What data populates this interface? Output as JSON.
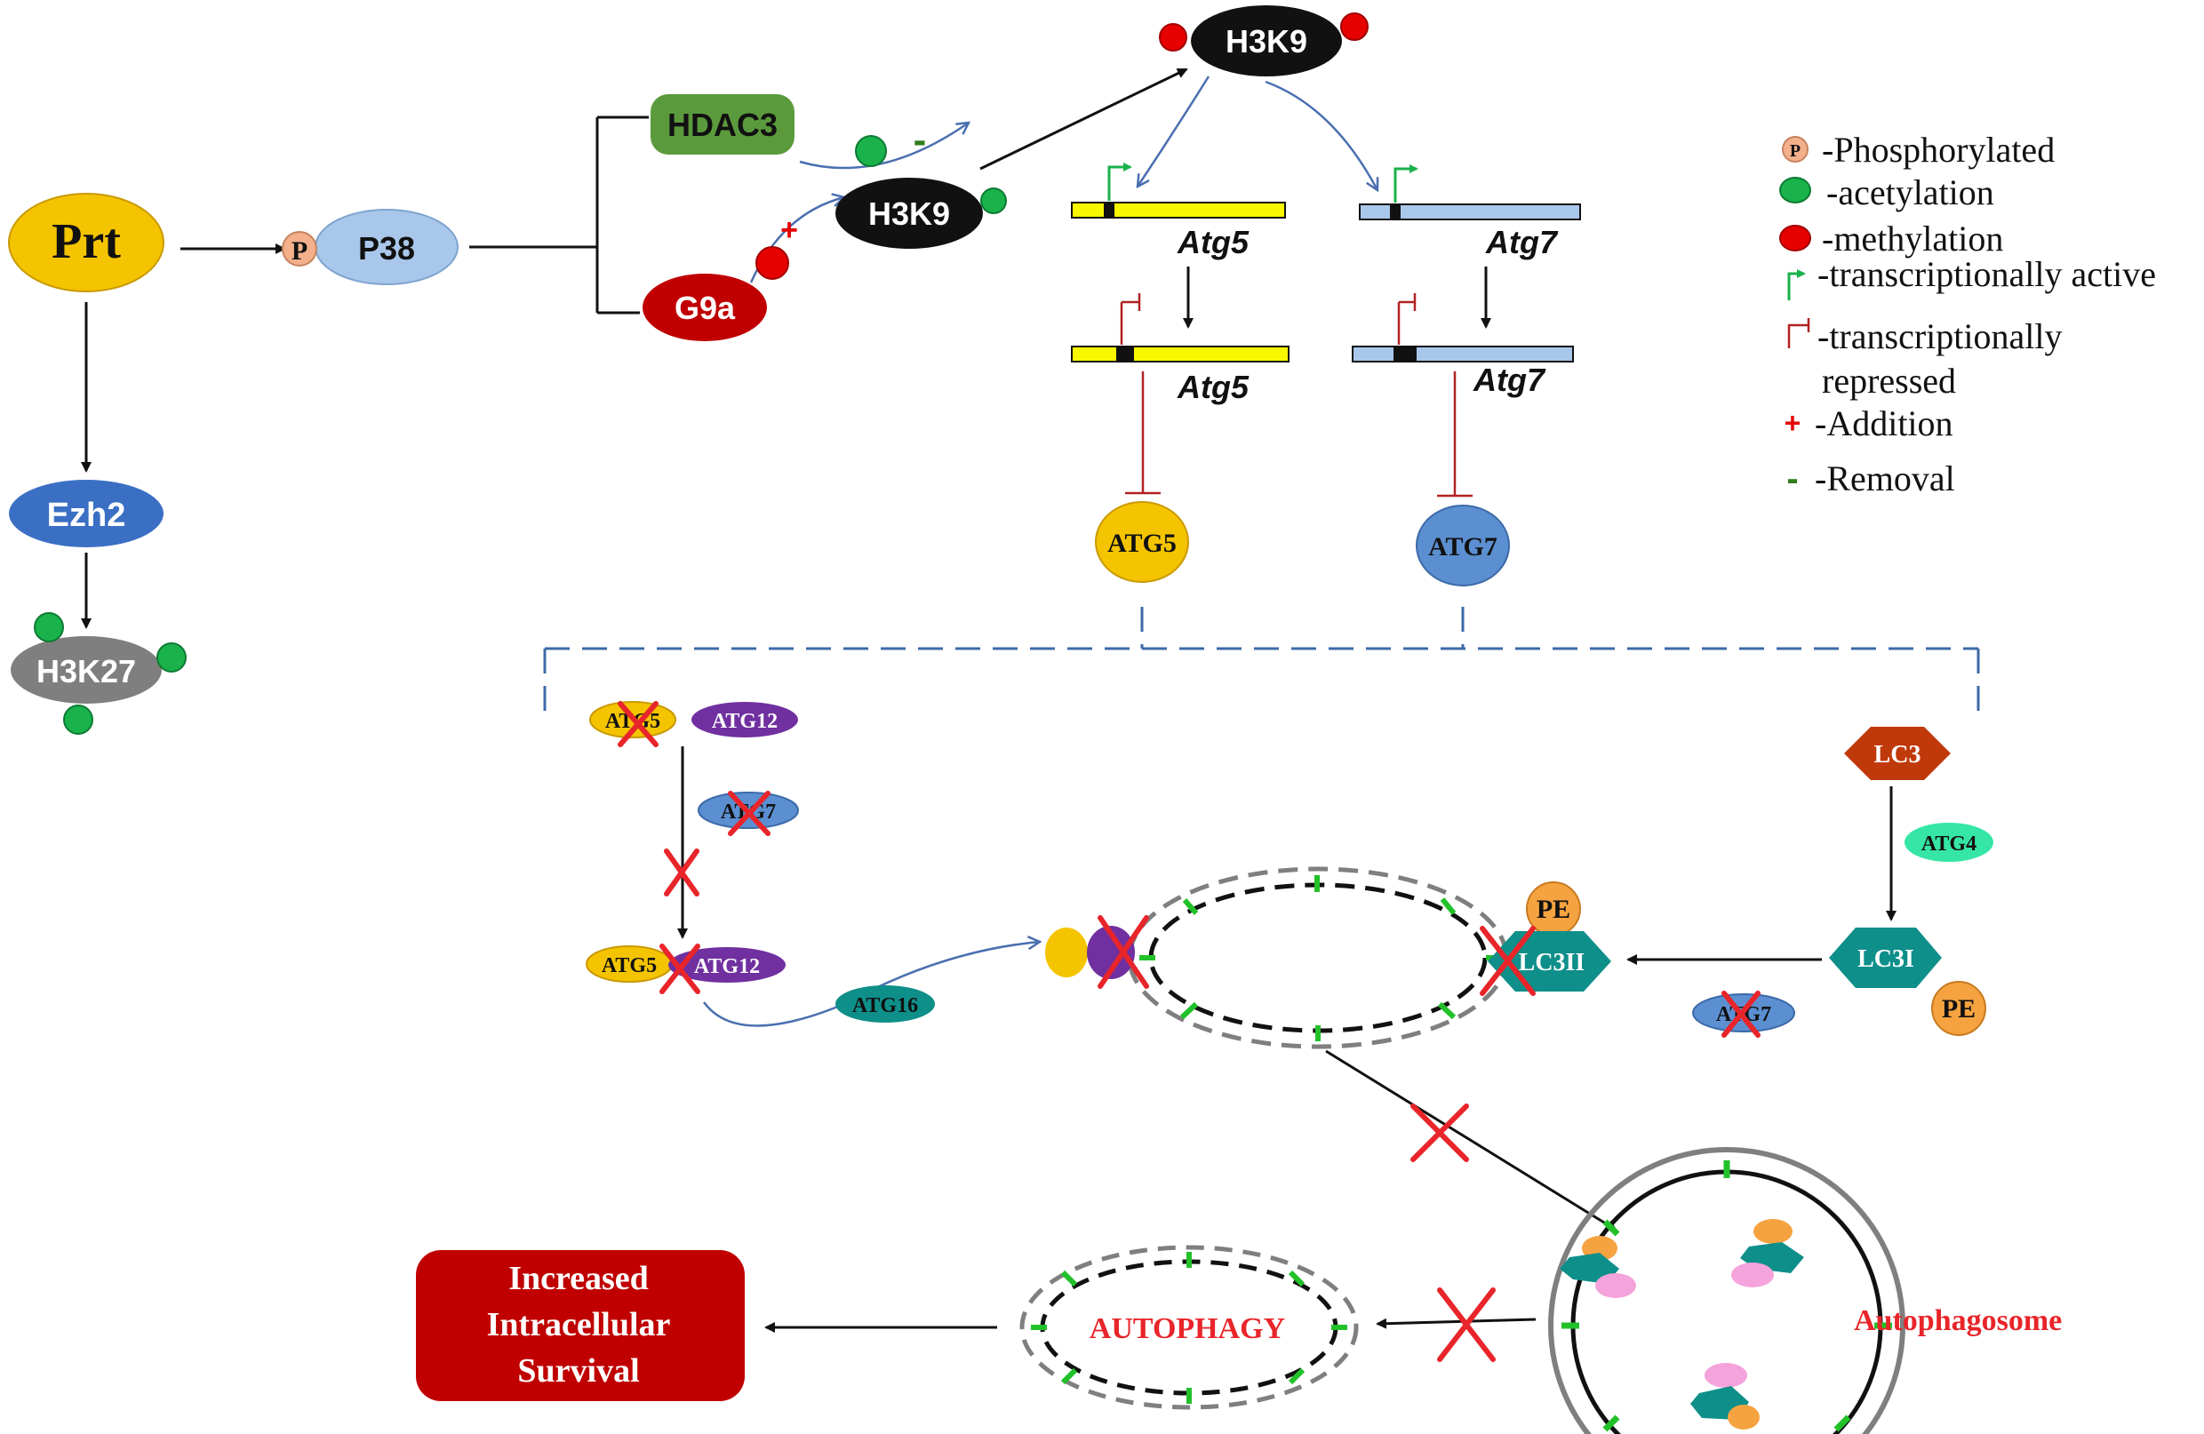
{
  "nodes": {
    "prt": "Prt",
    "p38": "P38",
    "p_badge": "P",
    "hdac3": "HDAC3",
    "g9a": "G9a",
    "h3k9_mid": "H3K9",
    "h3k9_top": "H3K9",
    "ezh2": "Ezh2",
    "h3k27": "H3K27",
    "atg5_gene_active": "Atg5",
    "atg7_gene_active": "Atg7",
    "atg5_gene_repressed": "Atg5",
    "atg7_gene_repressed": "Atg7",
    "atg5_protein": "ATG5",
    "atg7_protein": "ATG7"
  },
  "signs": {
    "minus": "-",
    "plus": "+"
  },
  "legend": {
    "phosphorylated": "-Phosphorylated",
    "acetylation": "-acetylation",
    "methylation": "-methylation",
    "active": "-transcriptionally active",
    "repressed_line1": "-transcriptionally",
    "repressed_line2": "repressed",
    "addition": "-Addition",
    "removal": "-Removal",
    "plus_symbol": "+",
    "minus_symbol": "-",
    "p_symbol": "P"
  },
  "conjugation": {
    "atg5_top": "ATG5",
    "atg12_top": "ATG12",
    "atg7_left": "ATG7",
    "atg5_bottom": "ATG5",
    "atg12_bottom": "ATG12",
    "atg16": "ATG16",
    "lc3": "LC3",
    "atg4": "ATG4",
    "lc3i": "LC3I",
    "lc3ii": "LC3II",
    "pe_top": "PE",
    "pe_right": "PE",
    "atg7_right": "ATG7"
  },
  "outcome": {
    "autophagosome": "Autophagosome",
    "autophagy": "AUTOPHAGY",
    "survival_line1": "Increased",
    "survival_line2": "Intracellular",
    "survival_line3": "Survival"
  },
  "colors": {
    "prt": "#f5c400",
    "p38": "#a9c7ea",
    "hdac3": "#5b9a3c",
    "g9a": "#c00000",
    "h3k9": "#111111",
    "ezh2": "#3a6fc4",
    "h3k27": "#7f7f7f",
    "acetyl": "#19b24b",
    "methyl": "#e60000",
    "gene_atg5": "#f7f700",
    "gene_atg7": "#a9c7ea",
    "atg12": "#7030a0",
    "lc3": "#c0390b",
    "teal": "#0e8f8a",
    "pe": "#f5a340",
    "survival": "#c00000",
    "red_text": "#e8252a"
  }
}
